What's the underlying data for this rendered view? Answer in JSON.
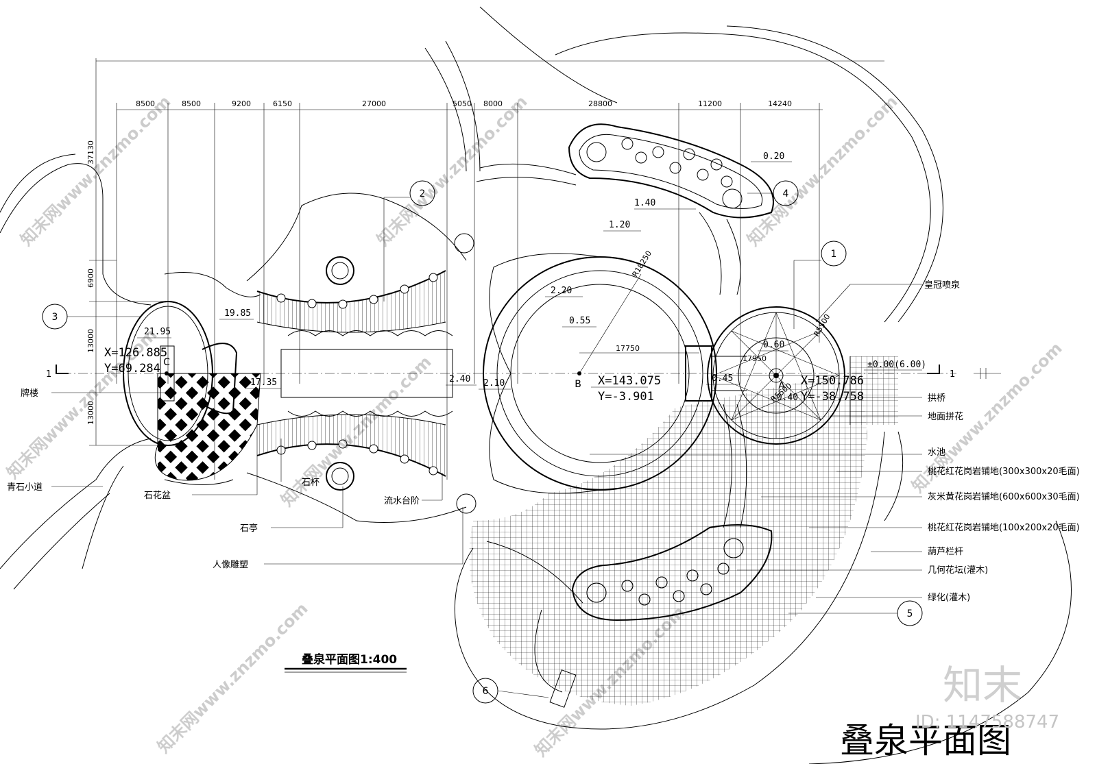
{
  "drawing": {
    "title": "叠泉平面图",
    "scale_title": "叠泉平面图1:400",
    "watermark_text": "知末网www.znzmo.com",
    "watermark_logo": "知末",
    "watermark_id": "ID: 1147588747"
  },
  "dimensions": {
    "top": [
      "8500",
      "8500",
      "9200",
      "6150",
      "27000",
      "5050",
      "8000",
      "28800",
      "11200",
      "14240"
    ],
    "left": [
      "37130",
      "6900",
      "13000",
      "13000"
    ],
    "inner": [
      "17750",
      "17950"
    ],
    "radius": [
      "R18250",
      "R5500",
      "R5500"
    ]
  },
  "elevations": [
    "0.20",
    "1.40",
    "1.20",
    "2.20",
    "0.55",
    "21.95",
    "19.85",
    "17.35",
    "2.40",
    "2.10",
    "0.45",
    "0.60",
    "-0.40",
    "±0.00(6.00)"
  ],
  "coordinates": {
    "C": {
      "label": "C",
      "x": "X=126.885",
      "y": "Y=69.284"
    },
    "B": {
      "label": "B",
      "x": "X=143.075",
      "y": "Y=-3.901"
    },
    "A": {
      "label": "A",
      "x": "X=150.786",
      "y": "Y=-38.758"
    }
  },
  "section_marks": [
    "1",
    "2",
    "3",
    "4",
    "5",
    "6"
  ],
  "section_line": {
    "left": "1",
    "right": "1"
  },
  "labels_right": [
    "皇冠喷泉",
    "拱桥",
    "地面拼花",
    "水池",
    "桃花红花岗岩铺地(300x300x20毛面)",
    "灰米黄花岗岩铺地(600x600x30毛面)",
    "桃花红花岗岩铺地(100x200x20毛面)",
    "葫芦栏杆",
    "几何花坛(灌木)",
    "绿化(灌木)"
  ],
  "labels_left": [
    "牌楼",
    "青石小道",
    "石花盆",
    "石亭",
    "人像雕塑",
    "石杯",
    "流水台阶"
  ]
}
